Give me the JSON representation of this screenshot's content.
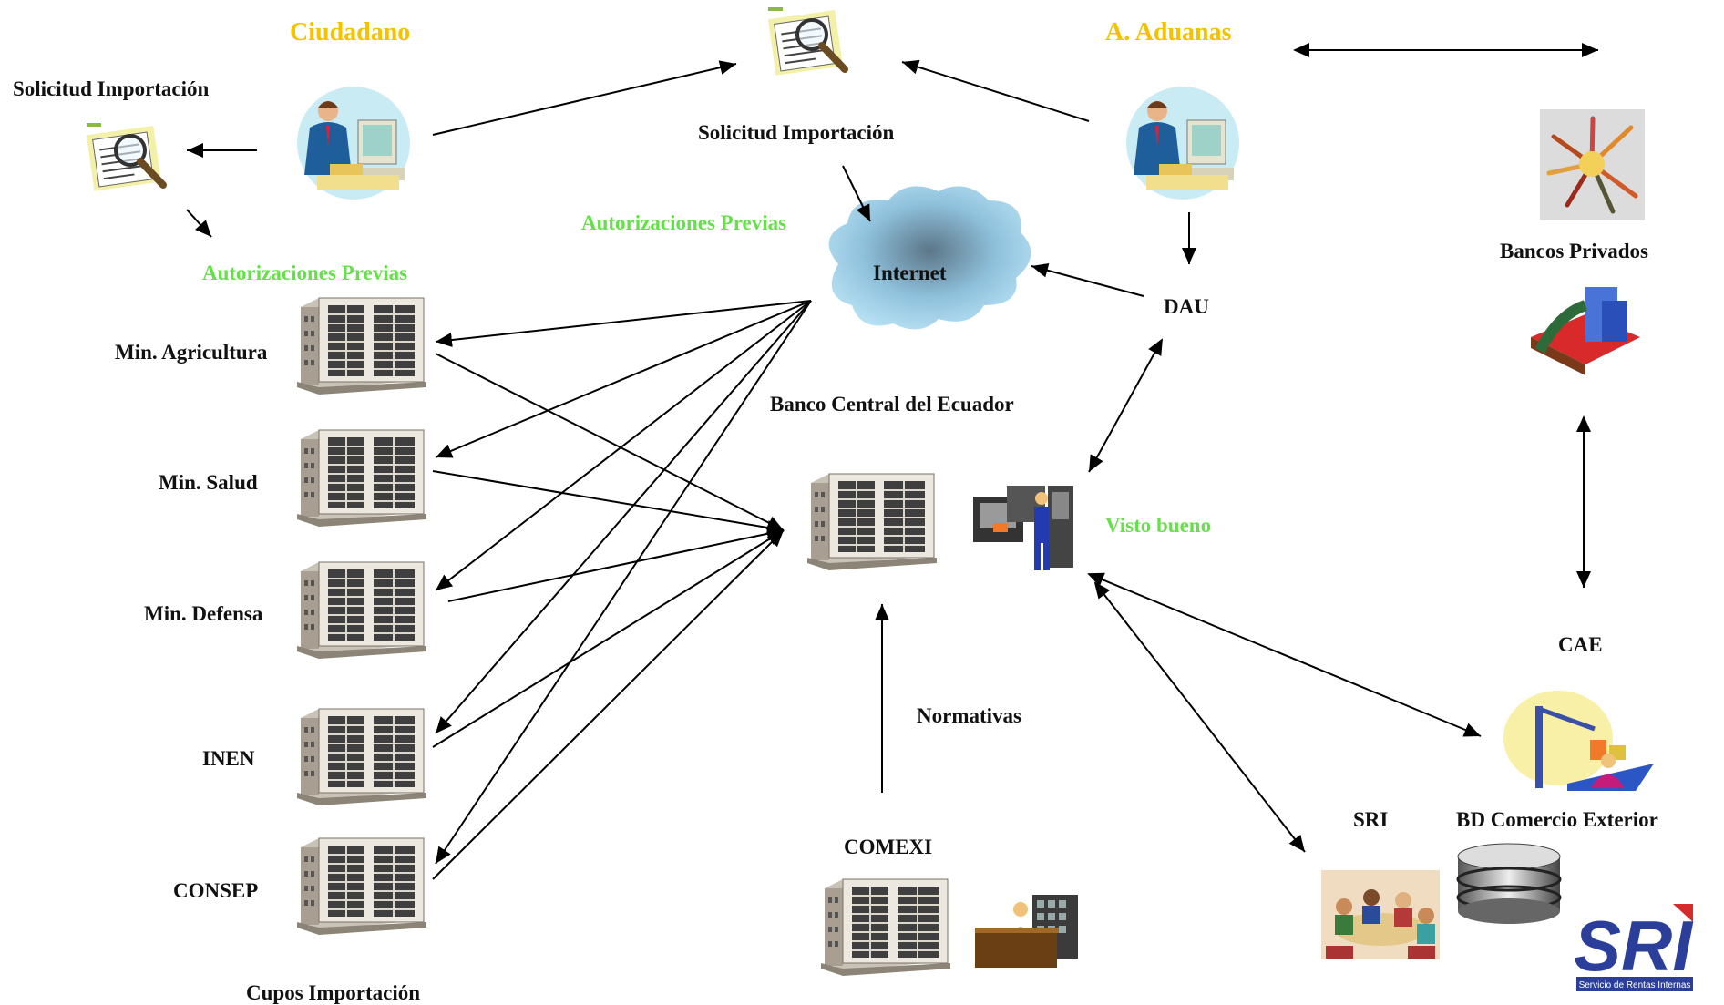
{
  "labels": {
    "ciudadano": "Ciudadano",
    "solicitud_left": "Solicitud Importación",
    "autorizaciones_left": "Autorizaciones Previas",
    "min_agricultura": "Min. Agricultura",
    "min_salud": "Min. Salud",
    "min_defensa": "Min. Defensa",
    "inen": "INEN",
    "consep": "CONSEP",
    "cupos": "Cupos Importación",
    "solicitud_center": "Solicitud Importación",
    "autorizaciones_center": "Autorizaciones Previas",
    "internet": "Internet",
    "banco_central": "Banco Central del Ecuador",
    "normativas": "Normativas",
    "comexi": "COMEXI",
    "aduanas": "A. Aduanas",
    "dau": "DAU",
    "visto_bueno": "Visto bueno",
    "bancos_privados": "Bancos Privados",
    "cae": "CAE",
    "sri": "SRI",
    "bd_comercio": "BD Comercio Exterior",
    "sri_logo_text": "SRI",
    "sri_logo_sub": "Servicio de Rentas Internas"
  },
  "colors": {
    "gold": "#f5c200",
    "green": "#66e04a",
    "cloud": "#9fd3ee",
    "sri_blue": "#2b3f9a",
    "sri_red": "#d62b2b"
  }
}
